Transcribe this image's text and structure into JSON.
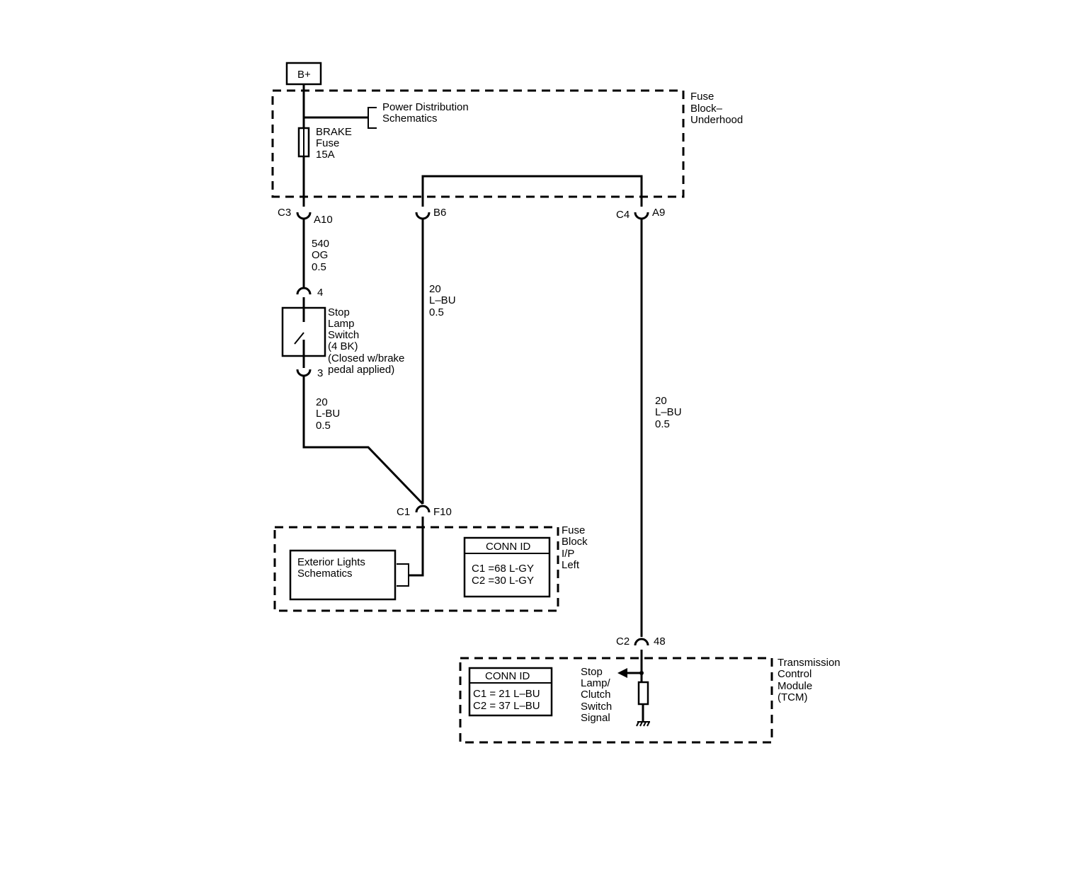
{
  "power_source": "B+",
  "fuse_block_underhood": {
    "label_lines": [
      "Fuse",
      "Block–",
      "Underhood"
    ],
    "power_dist_lines": [
      "Power Distribution",
      "Schematics"
    ],
    "fuse_lines": [
      "BRAKE",
      "Fuse",
      "15A"
    ]
  },
  "connectors": {
    "c3": "C3",
    "a10": "A10",
    "b6": "B6",
    "c4": "C4",
    "a9": "A9",
    "c1": "C1",
    "f10": "F10",
    "c2": "C2",
    "p48": "48"
  },
  "wires": {
    "w540": [
      "540",
      "OG",
      "0.5"
    ],
    "w20_b6": [
      "20",
      "L–BU",
      "0.5"
    ],
    "w20_switch": [
      "20",
      "L-BU",
      "0.5"
    ],
    "w20_tcm": [
      "20",
      "L–BU",
      "0.5"
    ]
  },
  "stop_lamp_switch": {
    "pin_top": "4",
    "pin_bottom": "3",
    "label_lines": [
      "Stop",
      "Lamp",
      "Switch",
      "(4 BK)",
      "(Closed w/brake",
      "pedal applied)"
    ]
  },
  "fuse_block_ip": {
    "label_lines": [
      "Fuse",
      "Block",
      "I/P",
      "Left"
    ],
    "exterior_lines": [
      "Exterior Lights",
      "Schematics"
    ],
    "conn_id": {
      "header": "CONN ID",
      "rows": [
        "C1 =68 L-GY",
        "C2 =30 L-GY"
      ]
    }
  },
  "tcm": {
    "label_lines": [
      "Transmission",
      "Control",
      "Module",
      "(TCM)"
    ],
    "signal_lines": [
      "Stop",
      "Lamp/",
      "Clutch",
      "Switch",
      "Signal"
    ],
    "conn_id": {
      "header": "CONN ID",
      "rows": [
        "C1 = 21 L–BU",
        "C2 = 37 L–BU"
      ]
    }
  }
}
